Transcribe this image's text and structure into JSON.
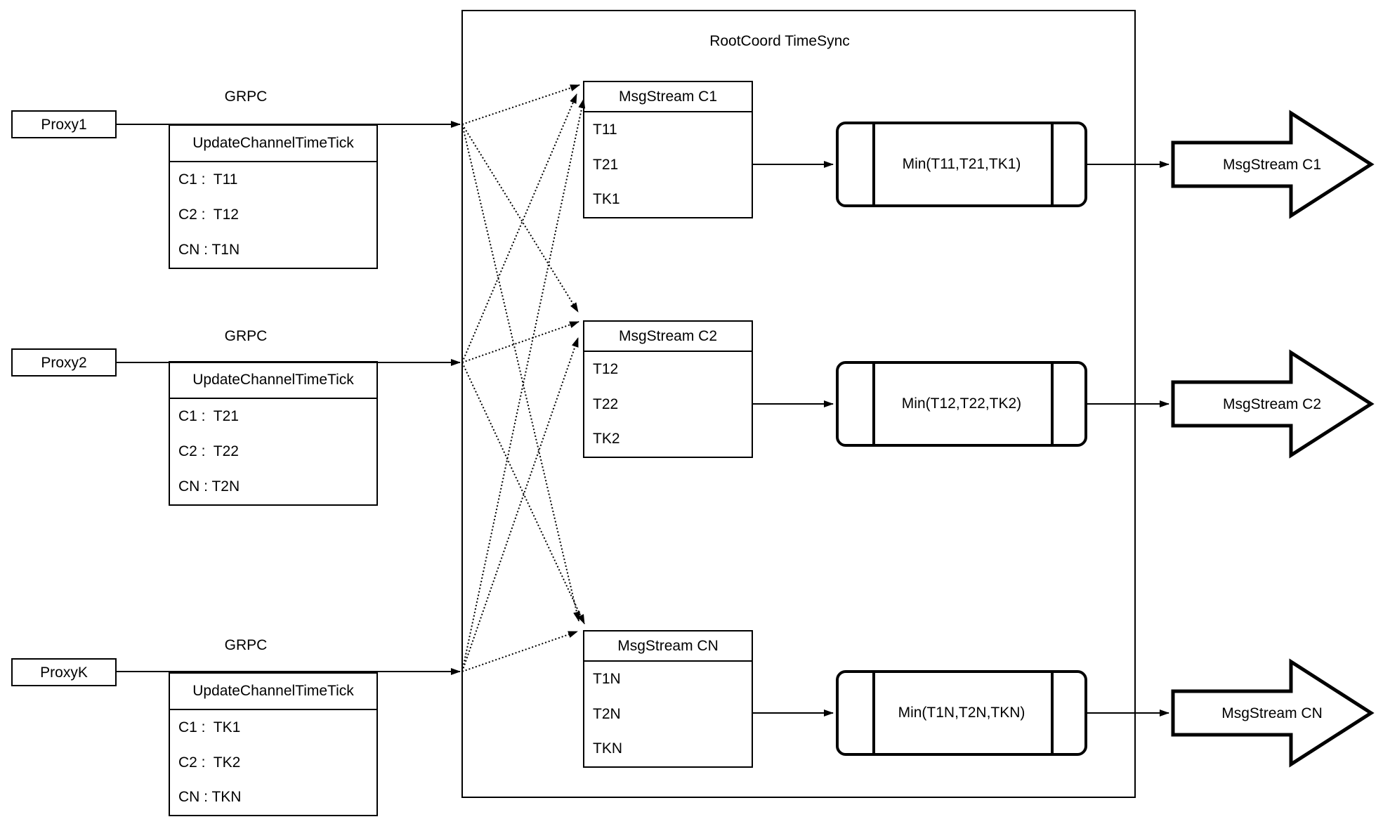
{
  "diagram": {
    "root_box_title": "RootCoord TimeSync",
    "grpc_label": "GRPC",
    "proxies": [
      {
        "name": "Proxy1",
        "table_header": "UpdateChannelTimeTick",
        "rows": [
          "C1 :  T11",
          "C2 :  T12",
          "CN : T1N"
        ]
      },
      {
        "name": "Proxy2",
        "table_header": "UpdateChannelTimeTick",
        "rows": [
          "C1 :  T21",
          "C2 :  T22",
          "CN : T2N"
        ]
      },
      {
        "name": "ProxyK",
        "table_header": "UpdateChannelTimeTick",
        "rows": [
          "C1 :  TK1",
          "C2 :  TK2",
          "CN : TKN"
        ]
      }
    ],
    "streams": [
      {
        "table_header": "MsgStream C1",
        "rows": [
          "T11",
          "T21",
          "TK1"
        ],
        "min_label": "Min(T11,T21,TK1)",
        "output_label": "MsgStream C1"
      },
      {
        "table_header": "MsgStream C2",
        "rows": [
          "T12",
          "T22",
          "TK2"
        ],
        "min_label": "Min(T12,T22,TK2)",
        "output_label": "MsgStream C2"
      },
      {
        "table_header": "MsgStream CN",
        "rows": [
          "T1N",
          "T2N",
          "TKN"
        ],
        "min_label": "Min(T1N,T2N,TKN)",
        "output_label": "MsgStream CN"
      }
    ],
    "colors": {
      "line": "#000000",
      "background": "#ffffff"
    }
  }
}
